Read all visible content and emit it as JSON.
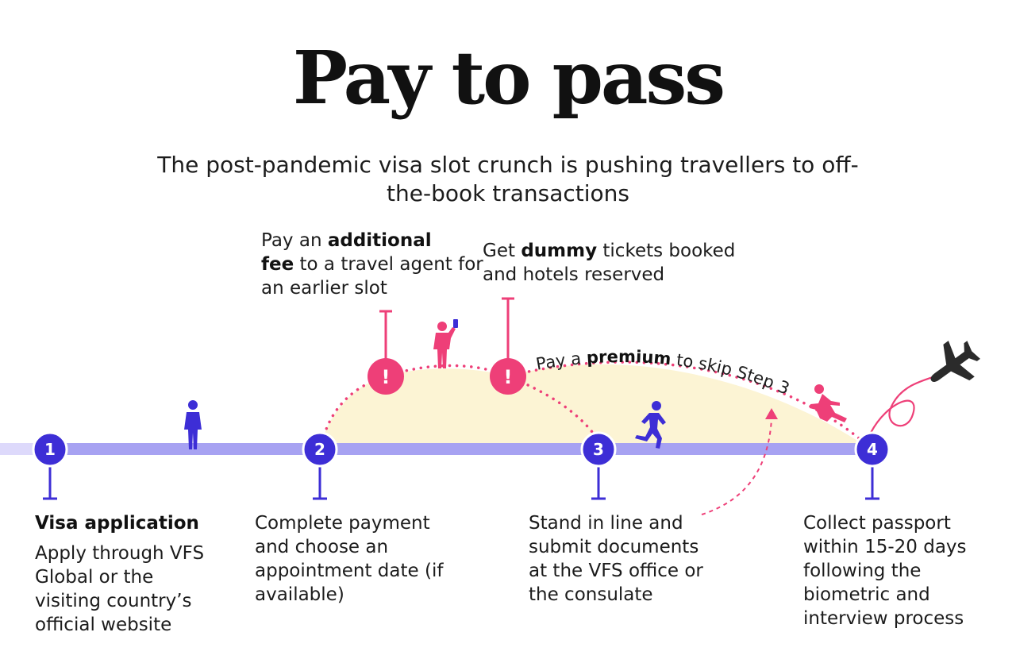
{
  "title": "Pay to pass",
  "subtitle": "The post-pandemic visa slot crunch is pushing travellers to off-the-book transactions",
  "colors": {
    "timeline": "#a7a2f2",
    "node": "#3d2ed6",
    "alert": "#ee3f78",
    "dotted": "#ee3f78",
    "area": "#fcf4d4",
    "plane": "#2b2b2b"
  },
  "steps": [
    {
      "number": "1",
      "title": "Visa application",
      "description": "Apply through VFS Global or the visiting country’s official website"
    },
    {
      "number": "2",
      "description": "Complete payment and choose an appointment date (if available)"
    },
    {
      "number": "3",
      "description": "Stand in line and submit documents at the VFS office or the consulate"
    },
    {
      "number": "4",
      "description": "Collect passport within 15-20 days following the biometric and interview process"
    }
  ],
  "shortcuts": {
    "agent_fee": {
      "pre": "Pay an ",
      "bold1": "additional",
      "bold2": "fee",
      "post": " to a travel agent for an earlier slot"
    },
    "dummy": {
      "pre": "Get ",
      "bold": "dummy",
      "post": " tickets booked and hotels reserved"
    },
    "premium": {
      "pre": "Pay a ",
      "bold": "premium",
      "post": " to skip Step 3"
    }
  },
  "alert_symbol": "!",
  "icons": [
    "person-standing-icon",
    "person-phone-icon",
    "person-running-icon",
    "person-jumping-icon",
    "airplane-icon"
  ]
}
